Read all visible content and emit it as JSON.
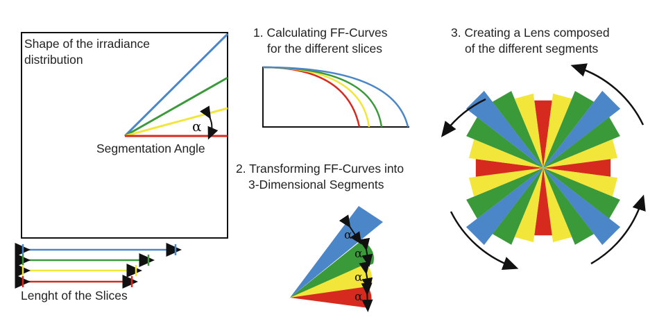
{
  "colors": {
    "blue": "#4a86c8",
    "green": "#3a9a3a",
    "yellow": "#f2e63a",
    "red": "#d62a1e",
    "black": "#111111"
  },
  "left_panel": {
    "title_line1": "Shape of the irradiance",
    "title_line2": "distribution",
    "alpha_symbol": "α",
    "segmentation_angle_label": "Segmentation Angle",
    "slices_label": "Lenght of the Slices"
  },
  "step1": {
    "line1": "1. Calculating FF-Curves",
    "line2": "for the different slices"
  },
  "step2": {
    "line1": "2. Transforming FF-Curves into",
    "line2": "3-Dimensional Segments",
    "alpha_symbol": "α"
  },
  "step3": {
    "line1": "3. Creating a Lens composed",
    "line2": "of the different segments"
  }
}
